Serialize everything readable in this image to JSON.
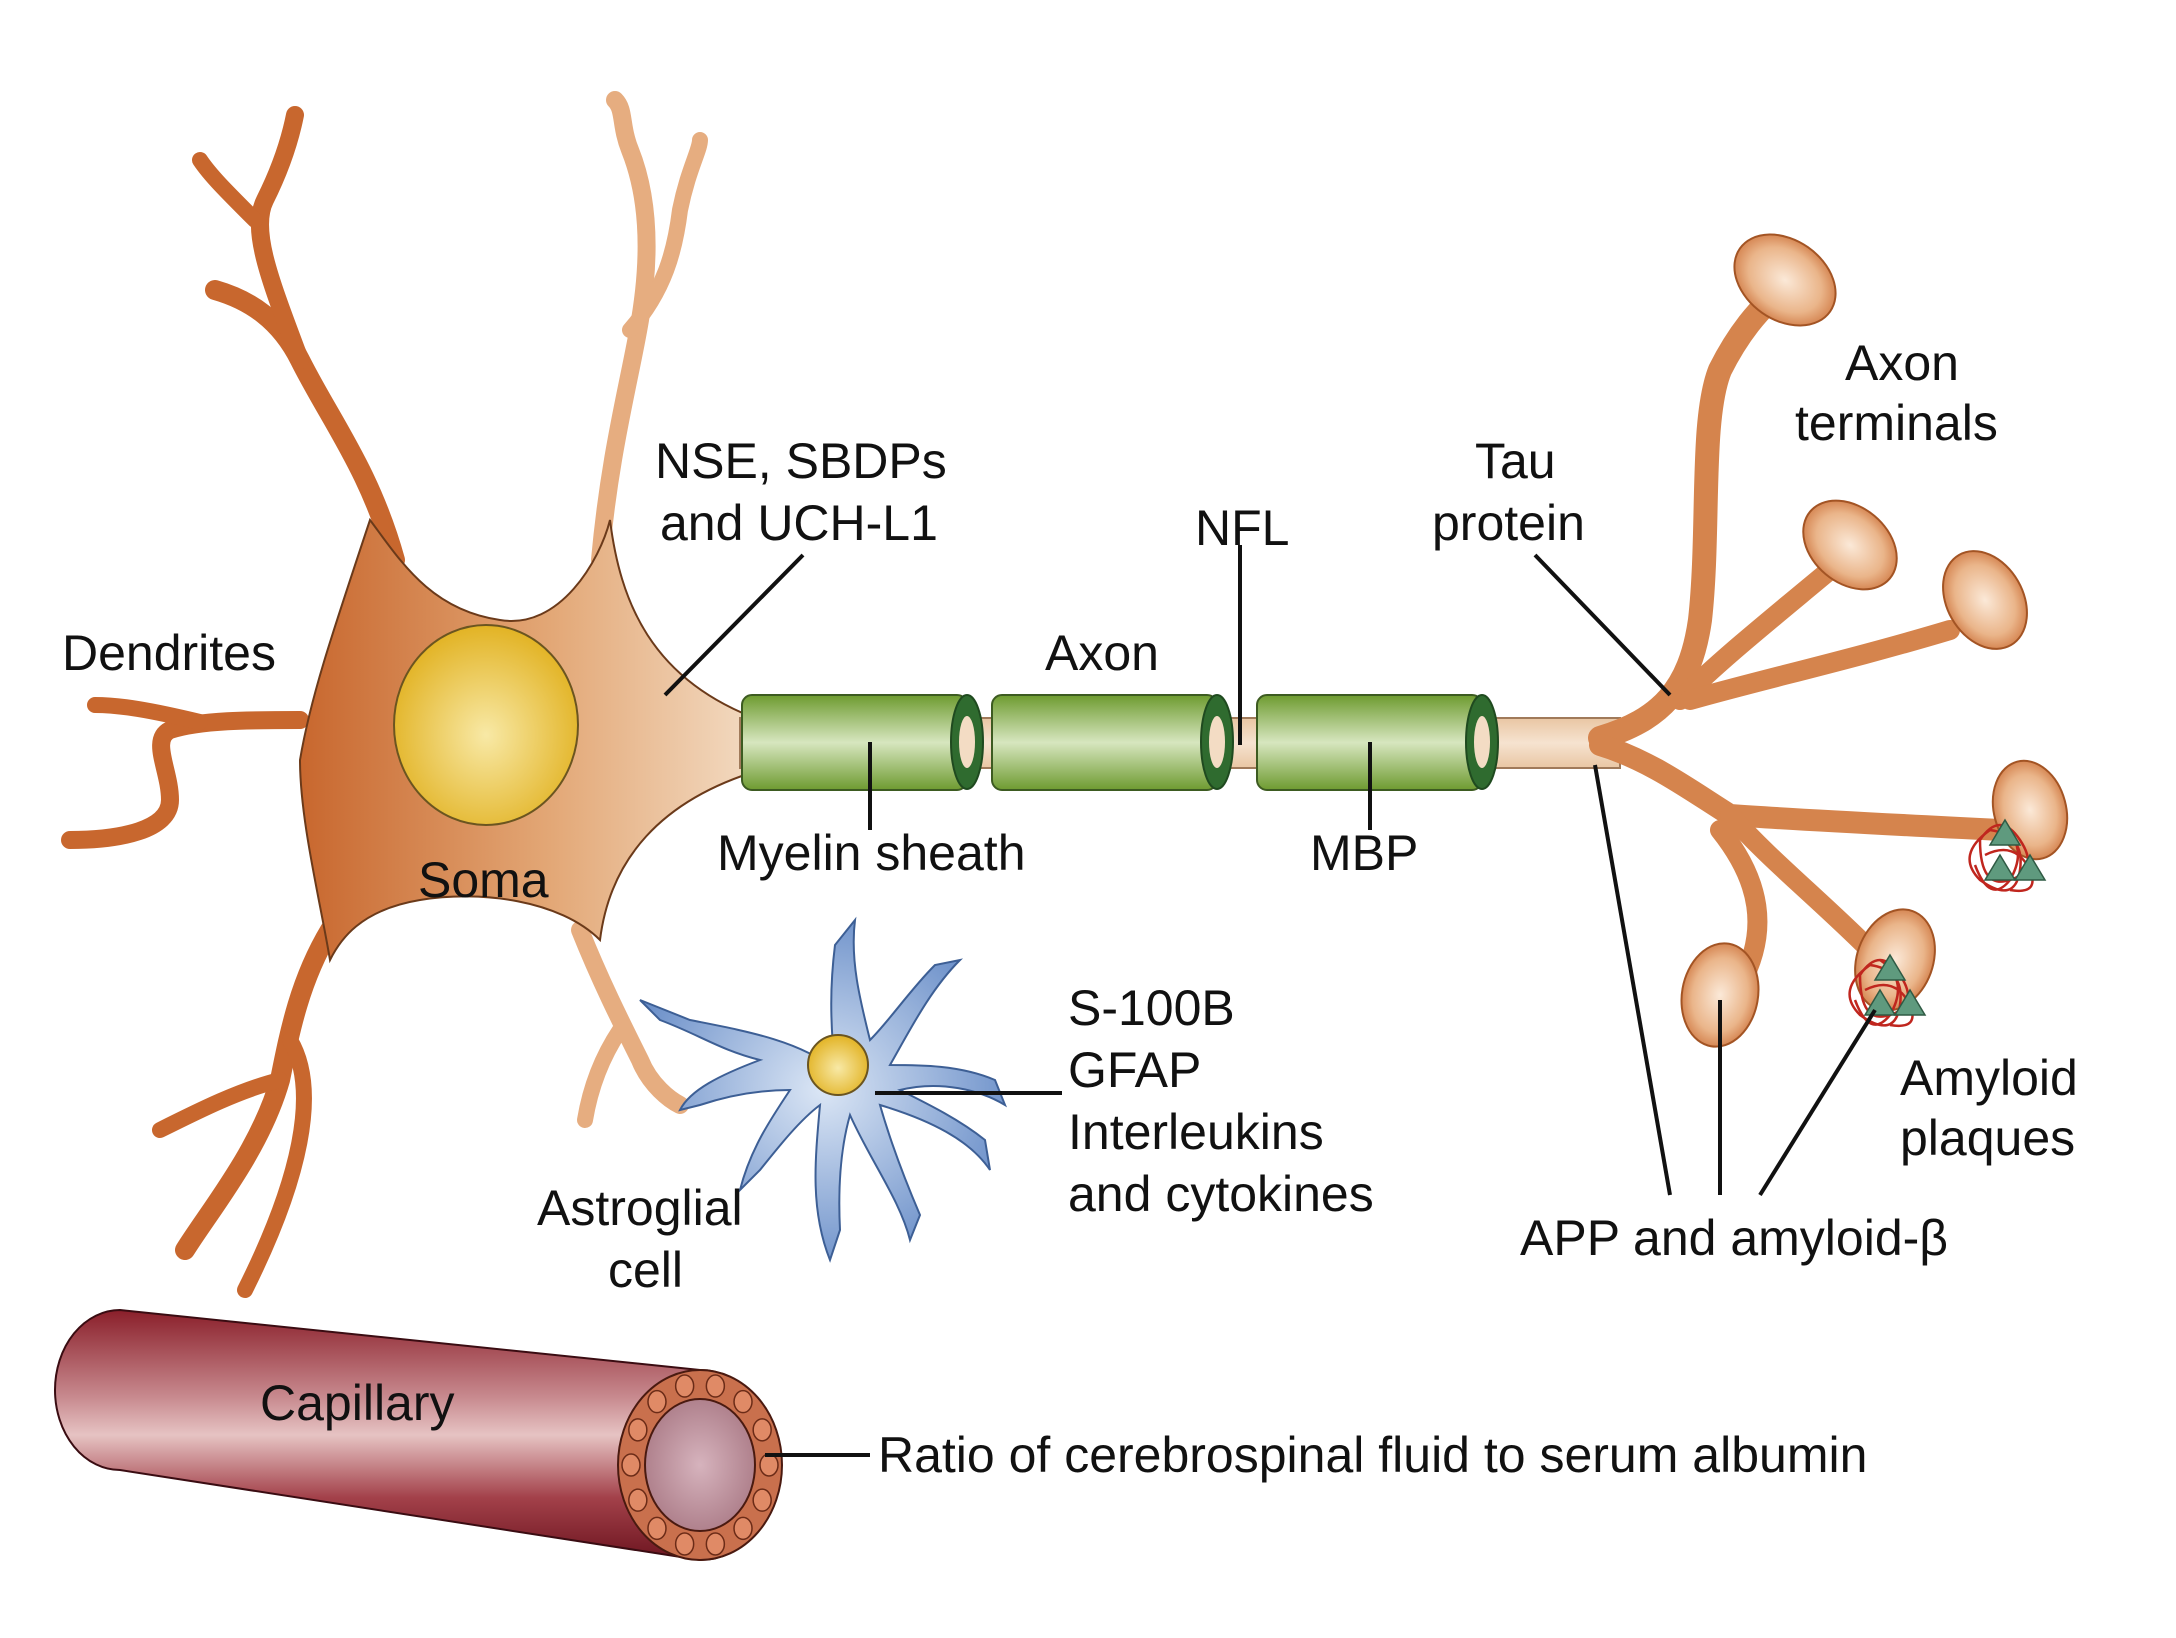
{
  "diagram": {
    "title": "Neuron and glial biomarkers",
    "labels": {
      "dendrites": "Dendrites",
      "soma": "Soma",
      "nse_line1": "NSE, SBDPs",
      "nse_line2": "and UCH-L1",
      "axon": "Axon",
      "nfl": "NFL",
      "myelin": "Myelin sheath",
      "mbp": "MBP",
      "tau_line1": "Tau",
      "tau_line2": "protein",
      "terminals_line1": "Axon",
      "terminals_line2": "terminals",
      "amyloid_line1": "Amyloid",
      "amyloid_line2": "plaques",
      "app": "APP and amyloid-β",
      "astro_line1": "Astroglial",
      "astro_line2": "cell",
      "glia_markers": [
        "S-100B",
        "GFAP",
        "Interleukins",
        "and cytokines"
      ],
      "capillary": "Capillary",
      "ratio": "Ratio of cerebrospinal fluid to serum albumin"
    },
    "colors": {
      "neuron_dark": "#c8672e",
      "neuron_light": "#f0d2b4",
      "nucleus": "#f2c431",
      "myelin": "#7aa33a",
      "myelin_dark": "#2f6b2f",
      "astrocyte": "#7b9fd1",
      "capillary": "#8a1f2a",
      "plaque": "#c0261e",
      "plaque_triangle": "#5f9a7e"
    }
  }
}
